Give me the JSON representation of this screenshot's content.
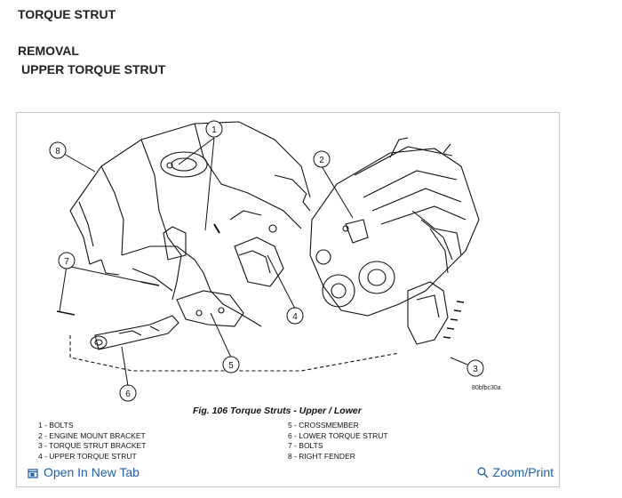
{
  "header": {
    "title": "TORQUE STRUT",
    "section": "REMOVAL",
    "subsection": "UPPER TORQUE STRUT"
  },
  "figure": {
    "caption": "Fig. 106 Torque Struts - Upper / Lower",
    "code": "80bfbc30a",
    "callouts": [
      "1",
      "2",
      "3",
      "4",
      "5",
      "6",
      "7",
      "8"
    ],
    "legend_left": [
      "1 - BOLTS",
      "2 - ENGINE MOUNT BRACKET",
      "3 - TORQUE STRUT BRACKET",
      "4 - UPPER TORQUE STRUT"
    ],
    "legend_right": [
      "5 - CROSSMEMBER",
      "6 - LOWER TORQUE STRUT",
      "7 - BOLTS",
      "8 - RIGHT FENDER"
    ]
  },
  "footer": {
    "open_tab": "Open In New Tab",
    "zoom_print": "Zoom/Print"
  },
  "colors": {
    "link": "#1f5fa8",
    "frame_border": "#c8c8c8"
  },
  "icons": {
    "open_tab": "new-tab-icon",
    "zoom": "magnifier-icon"
  }
}
